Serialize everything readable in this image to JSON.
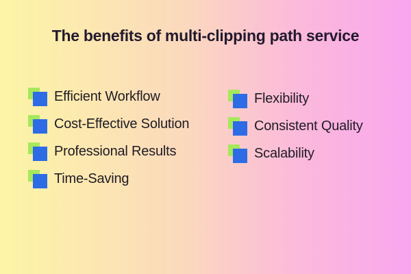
{
  "title": "The benefits of multi-clipping path service",
  "columns": {
    "left": [
      "Efficient Workflow",
      "Cost-Effective Solution",
      "Professional Results",
      "Time-Saving"
    ],
    "right": [
      "Flexibility",
      "Consistent Quality",
      "Scalability"
    ]
  },
  "icons": {
    "bullet": "blue-square-with-green-accent"
  },
  "colors": {
    "background_gradient_left": "#fcf5a5",
    "background_gradient_right": "#f9a5ee",
    "bullet_blue": "#2d6ce5",
    "bullet_green": "#a6e85c",
    "title_text": "#231a2e",
    "body_text": "#1f1b24"
  }
}
